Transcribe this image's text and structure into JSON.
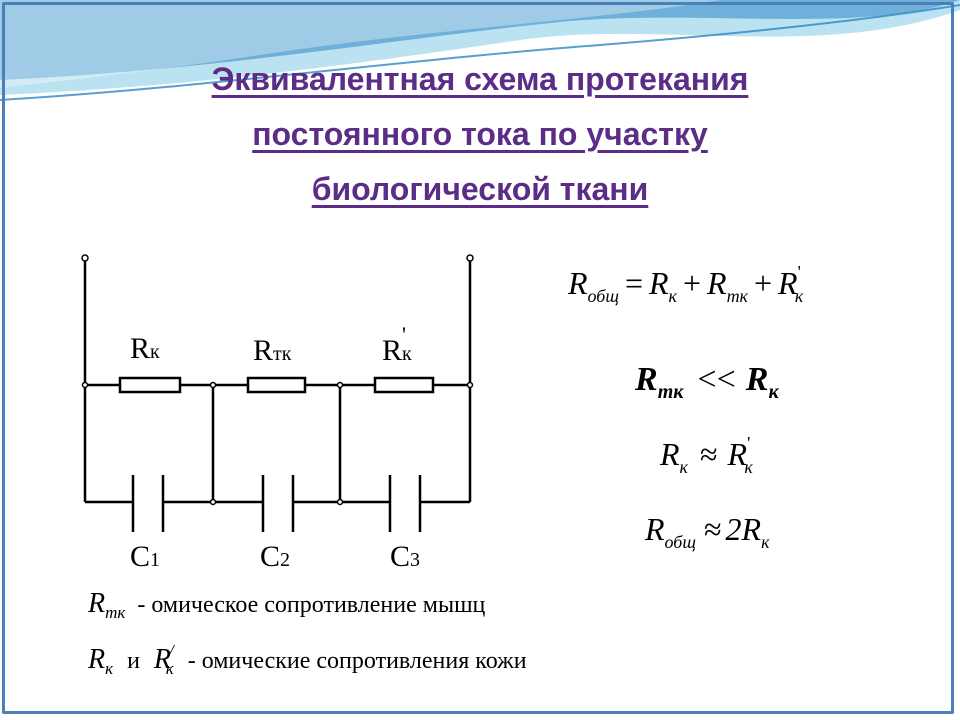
{
  "title": {
    "line1": "Эквивалентная схема протекания",
    "line2": "постоянного тока по участку",
    "line3": "биологической ткани"
  },
  "colors": {
    "title": "#5b2d86",
    "wave_dark": "#2f86c4",
    "wave_light": "#8ccfe8",
    "frame": "#4a7fb8"
  },
  "circuit": {
    "resistors": [
      {
        "main": "R",
        "sub": "к",
        "prime": ""
      },
      {
        "main": "R",
        "sub": "тк",
        "prime": ""
      },
      {
        "main": "R",
        "sub": "к",
        "prime": "'"
      }
    ],
    "capacitors": [
      {
        "main": "C",
        "sub": "1"
      },
      {
        "main": "C",
        "sub": "2"
      },
      {
        "main": "C",
        "sub": "3"
      }
    ]
  },
  "legend": {
    "line1_sym": "R",
    "line1_sub": "тк",
    "line1_text": "- омическое сопротивление мышц",
    "line2_sym1": "R",
    "line2_sub1": "к",
    "line2_and": "и",
    "line2_sym2": "R",
    "line2_prime2": "/",
    "line2_sub2": "к",
    "line2_text": "- омические сопротивления кожи"
  },
  "formulas": {
    "f1": {
      "a": "R",
      "a_sub": "общ",
      "eq": "=",
      "b": "R",
      "b_sub": "к",
      "plus1": "+",
      "c": "R",
      "c_sub": "тк",
      "plus2": "+",
      "d": "R",
      "d_prime": "'",
      "d_sub": "к"
    },
    "f2": {
      "a": "R",
      "a_sub": "тк",
      "op": "<<",
      "b": "R",
      "b_sub": "к"
    },
    "f3": {
      "a": "R",
      "a_sub": "к",
      "op": "≈",
      "b": "R",
      "b_prime": "'",
      "b_sub": "к"
    },
    "f4": {
      "a": "R",
      "a_sub": "общ",
      "op": "≈",
      "b": "2R",
      "b_sub": "к"
    }
  }
}
